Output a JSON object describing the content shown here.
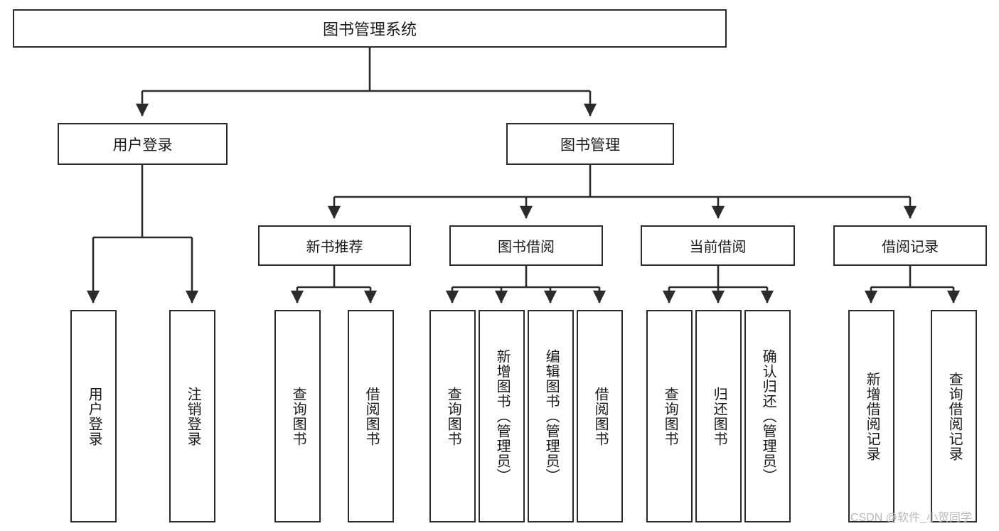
{
  "diagram": {
    "type": "tree-hierarchy",
    "title": "图书管理系统",
    "watermark": "CSDN @软件_小贺同学",
    "colors": {
      "box_border": "#2b2b2b",
      "box_fill": "#ffffff",
      "connector": "#2b2b2b",
      "text": "#1a1a1a",
      "watermark": "#b9b9b9",
      "background": "#ffffff"
    },
    "root": {
      "label": "图书管理系统"
    },
    "level2": [
      {
        "label": "用户登录"
      },
      {
        "label": "图书管理"
      }
    ],
    "level3": [
      {
        "label": "新书推荐"
      },
      {
        "label": "图书借阅"
      },
      {
        "label": "当前借阅"
      },
      {
        "label": "借阅记录"
      }
    ],
    "leaves": {
      "user_login": [
        {
          "label": "用户登录"
        },
        {
          "label": "注销登录"
        }
      ],
      "new_book_recommend": [
        {
          "label": "查询图书"
        },
        {
          "label": "借阅图书"
        }
      ],
      "book_borrow": [
        {
          "label": "查询图书"
        },
        {
          "label": "新增图书（管理员）"
        },
        {
          "label": "编辑图书（管理员）"
        },
        {
          "label": "借阅图书"
        }
      ],
      "current_borrow": [
        {
          "label": "查询图书"
        },
        {
          "label": "归还图书"
        },
        {
          "label": "确认归还（管理员）"
        }
      ],
      "borrow_record": [
        {
          "label": "新增借阅记录"
        },
        {
          "label": "查询借阅记录"
        }
      ]
    }
  }
}
